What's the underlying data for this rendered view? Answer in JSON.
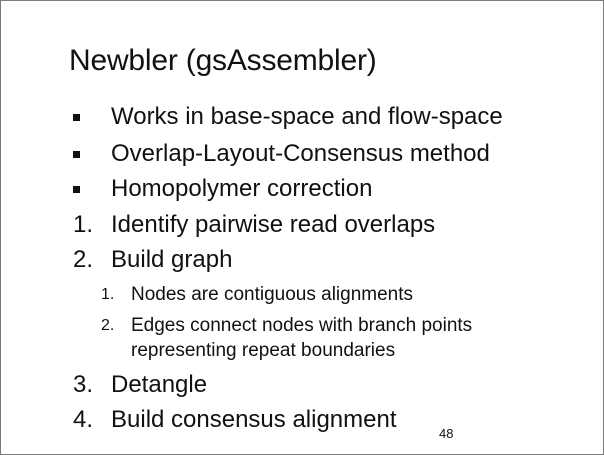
{
  "slide": {
    "title": "Newbler (gsAssembler)",
    "bullets": [
      "Works in base-space and flow-space",
      "Overlap-Layout-Consensus method",
      "Homopolymer correction"
    ],
    "numbered": [
      {
        "number": "1.",
        "text": "Identify pairwise read overlaps"
      },
      {
        "number": "2.",
        "text": "Build graph"
      },
      {
        "number": "3.",
        "text": "Detangle"
      },
      {
        "number": "4.",
        "text": "Build consensus alignment"
      }
    ],
    "subitems": [
      {
        "number": "1.",
        "text": "Nodes are contiguous alignments"
      },
      {
        "number": "2.",
        "line1": "Edges connect nodes with branch points",
        "line2": "representing repeat boundaries"
      }
    ],
    "page_number": "48"
  }
}
